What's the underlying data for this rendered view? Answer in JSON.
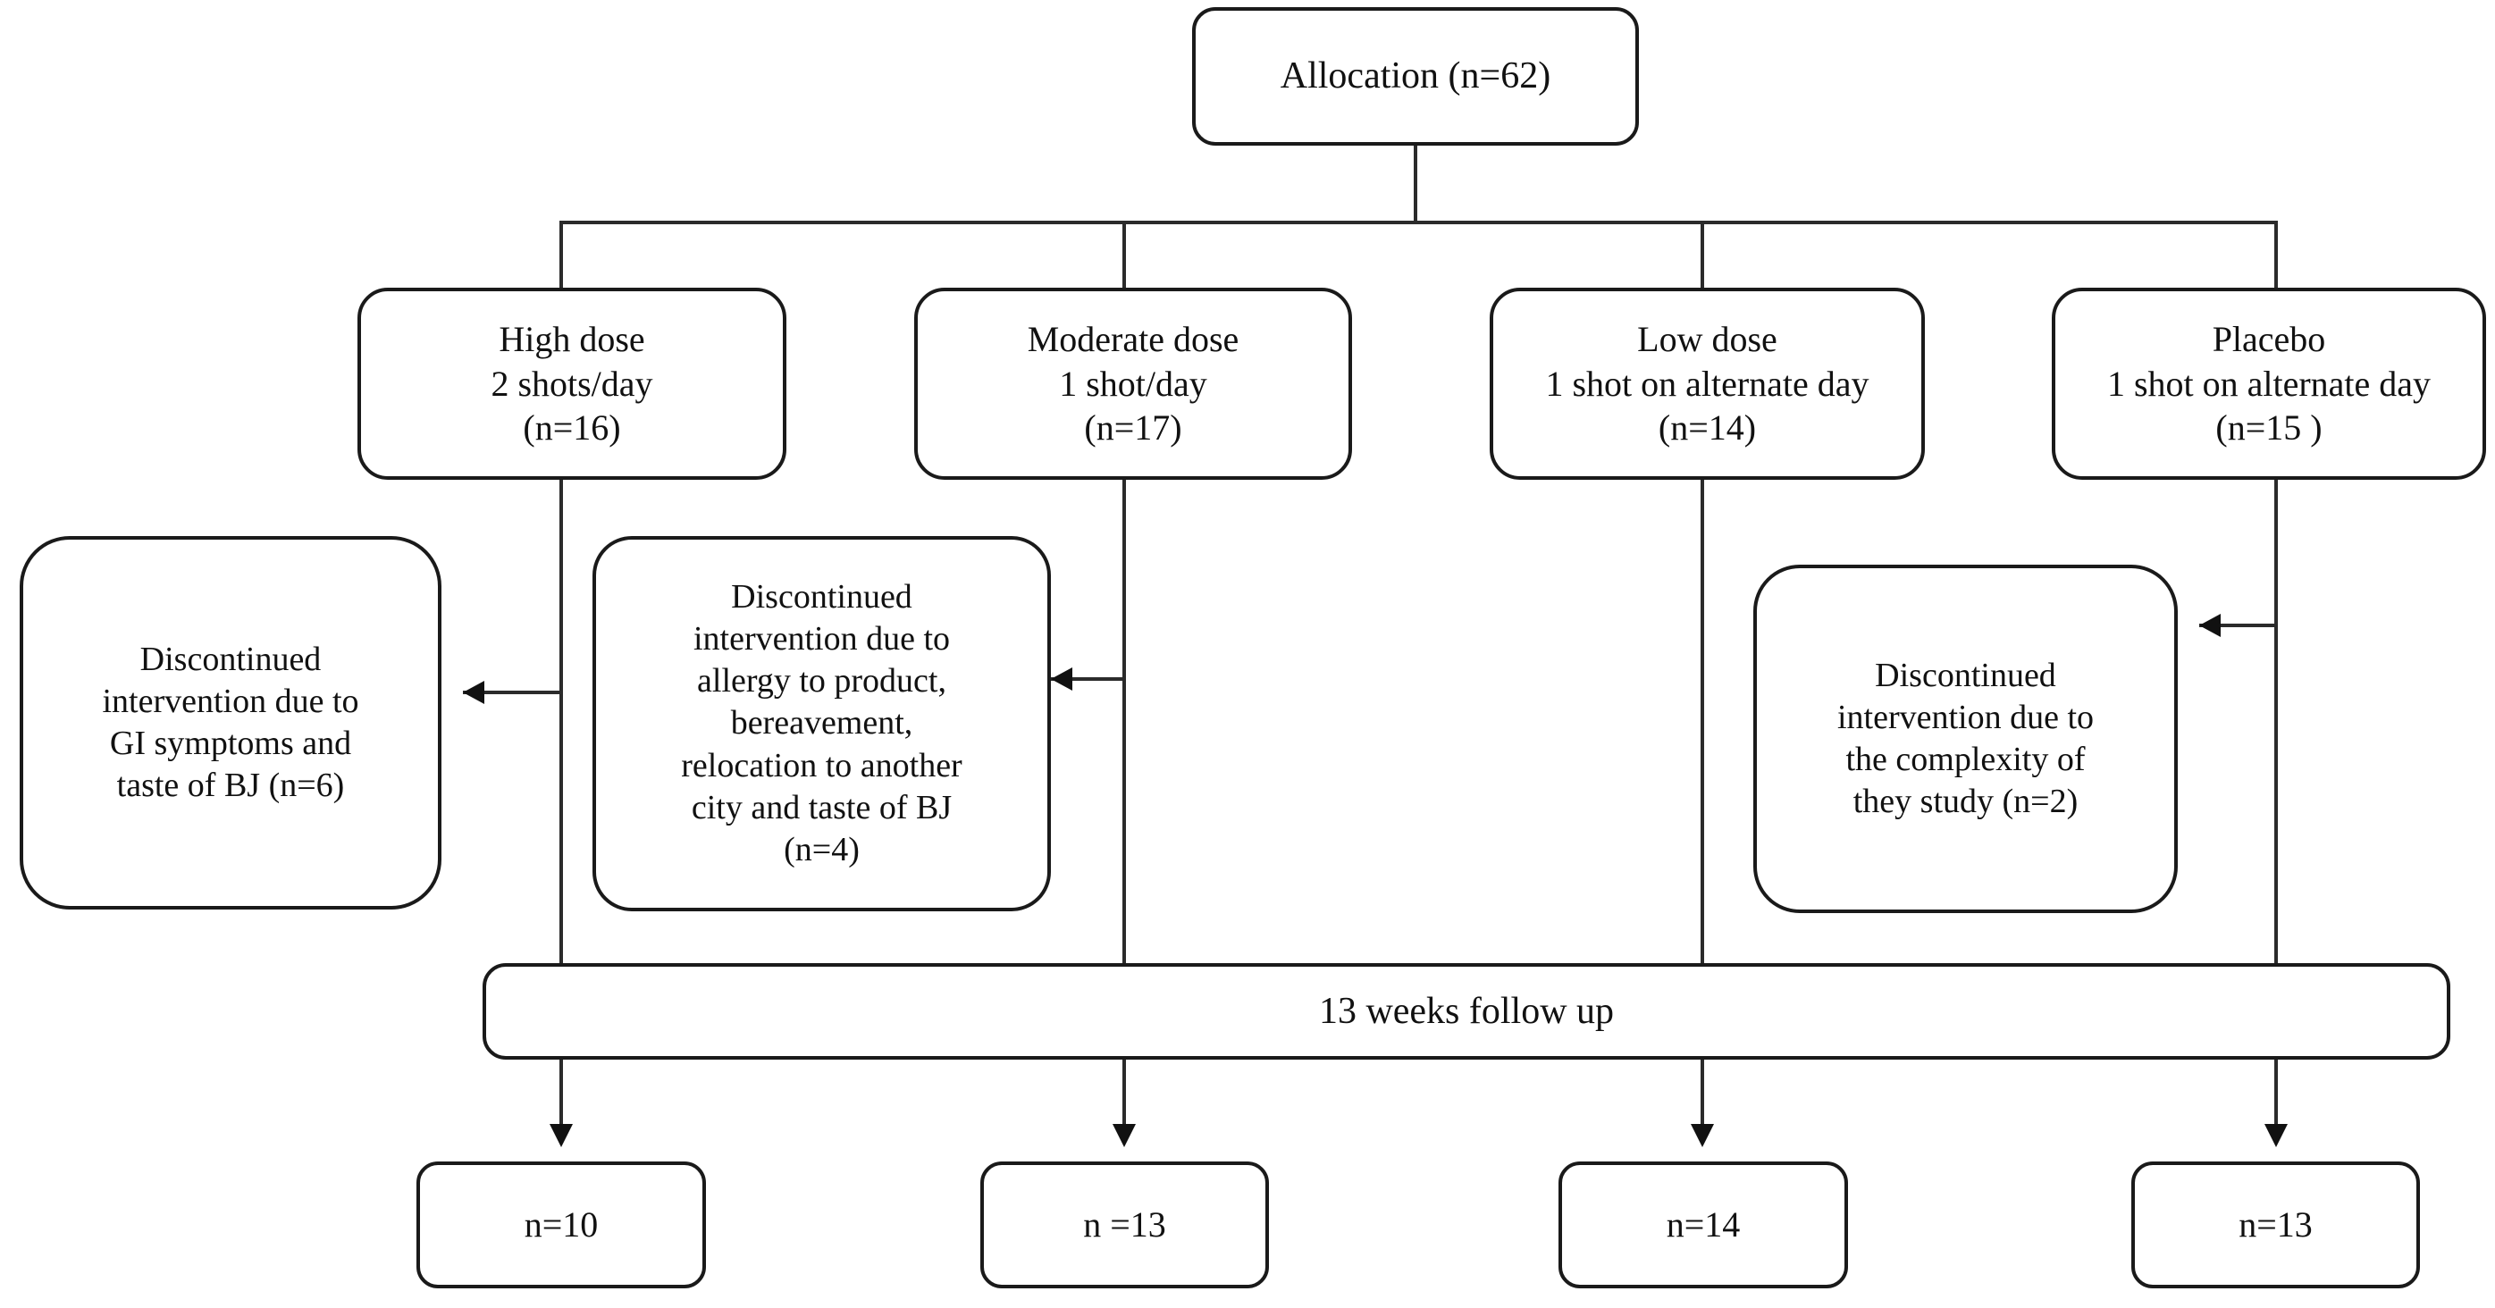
{
  "diagram": {
    "type": "flowchart",
    "title": "CONSORT participant flow diagram",
    "colors": {
      "box_border": "#1a1a1a",
      "connector": "#2b2b2b",
      "background": "#ffffff",
      "text": "#111111"
    },
    "allocation": {
      "label": "Allocation (n=62)",
      "n": 62
    },
    "arms": [
      {
        "id": "high-dose",
        "label": "High dose\n2 shots/day\n(n=16)",
        "name": "High dose",
        "regimen": "2 shots/day",
        "n": 16
      },
      {
        "id": "moderate-dose",
        "label": "Moderate dose\n1 shot/day\n(n=17)",
        "name": "Moderate dose",
        "regimen": "1 shot/day",
        "n": 17
      },
      {
        "id": "low-dose",
        "label": "Low dose\n1 shot on alternate day\n(n=14)",
        "name": "Low dose",
        "regimen": "1 shot on alternate day",
        "n": 14
      },
      {
        "id": "placebo",
        "label": "Placebo\n1 shot on alternate day\n(n=15 )",
        "name": "Placebo",
        "regimen": "1 shot on alternate day",
        "n": 15
      }
    ],
    "discontinuations": [
      {
        "id": "discontinued-high-dose",
        "label": "Discontinued\nintervention due to\nGI symptoms and\ntaste of BJ  (n=6)",
        "n": 6,
        "arm": "High dose"
      },
      {
        "id": "discontinued-moderate-dose",
        "label": "Discontinued\nintervention due to\nallergy to product,\nbereavement,\nrelocation to another\ncity and taste of BJ\n(n=4)",
        "n": 4,
        "arm": "Moderate dose"
      },
      {
        "id": "discontinued-placebo",
        "label": "Discontinued\nintervention due to\nthe complexity of\nthey study (n=2)",
        "n": 2,
        "arm": "Placebo"
      }
    ],
    "follow_up": {
      "label": "13 weeks follow up",
      "weeks": 13
    },
    "outcomes": [
      {
        "id": "outcome-high-dose",
        "label": "n=10",
        "n": 10,
        "arm": "High dose"
      },
      {
        "id": "outcome-moderate-dose",
        "label": "n =13",
        "n": 13,
        "arm": "Moderate dose"
      },
      {
        "id": "outcome-low-dose",
        "label": "n=14",
        "n": 14,
        "arm": "Low dose"
      },
      {
        "id": "outcome-placebo",
        "label": "n=13",
        "n": 13,
        "arm": "Placebo"
      }
    ]
  }
}
